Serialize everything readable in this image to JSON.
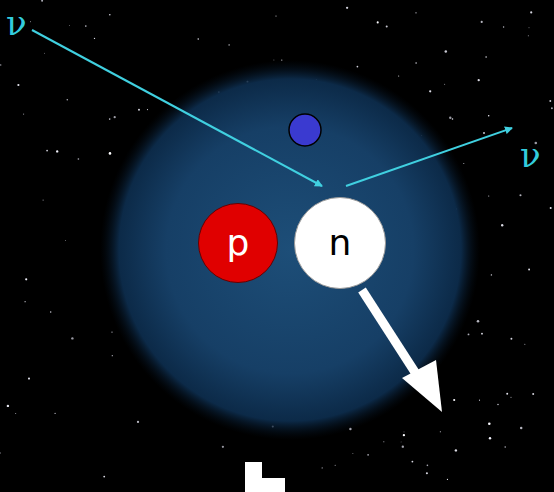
{
  "diagram": {
    "nodes": [
      {
        "text": [
          "p"
        ]
      },
      {
        "text": [
          "n"
        ]
      }
    ],
    "labels": [
      "ν",
      "ν"
    ]
  }
}
